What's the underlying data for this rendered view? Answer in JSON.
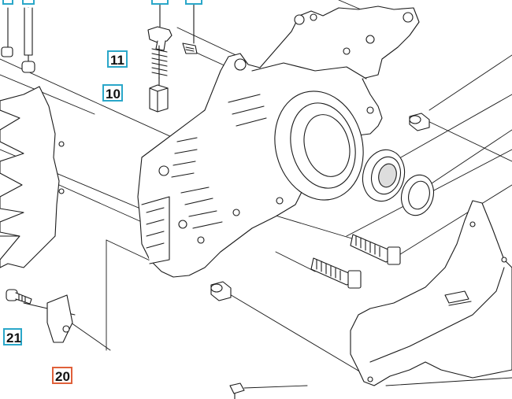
{
  "diagram": {
    "callouts": [
      {
        "id": "10",
        "label": "10"
      },
      {
        "id": "11",
        "label": "11"
      },
      {
        "id": "21",
        "label": "21"
      },
      {
        "id": "20",
        "label": "20"
      }
    ],
    "colors": {
      "callout_border": "#2aa7c9",
      "callout_highlight_border": "#e0603a",
      "line": "#1a1a1a",
      "fill": "#ffffff"
    }
  }
}
